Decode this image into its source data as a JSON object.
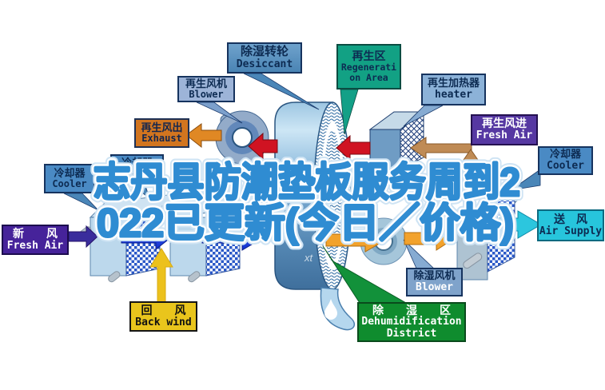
{
  "headline": {
    "line1": "志丹县防潮垫板服务周到2",
    "line2": "022已更新(今日／价格)",
    "fill_color": "#2f8cd2",
    "outline_color": "#ffffff"
  },
  "labels": {
    "desiccant": {
      "zh": "除湿转轮",
      "en": "Desiccant"
    },
    "regen_blower": {
      "zh": "再生风机",
      "en": "Blower"
    },
    "exhaust": {
      "zh": "再生风出",
      "en": "Exhaust"
    },
    "regen_area": {
      "zh": "再生区",
      "en1": "Regenerati",
      "en2": "on Area"
    },
    "heater": {
      "zh": "再生加热器",
      "en": "heater"
    },
    "regen_fresh_air": {
      "zh": "再生风进",
      "en": "Fresh Air"
    },
    "cooler_right": {
      "zh": "冷却器",
      "en": "Cooler"
    },
    "cooler_left": {
      "zh": "冷却器",
      "en": "Cooler"
    },
    "cooler_mid": {
      "zh": "冷却器",
      "en": "Cooler"
    },
    "fresh_air": {
      "zh": "新　　风",
      "en": "Fresh Air"
    },
    "back_wind": {
      "zh": "回　　风",
      "en": "Back wind"
    },
    "dehum_blower": {
      "zh": "除湿风机",
      "en": "Blower"
    },
    "dehum_district": {
      "zh": "除　　湿　　区",
      "en1": "Dehumidification",
      "en2": "District"
    },
    "air_supply": {
      "zh": "送　风",
      "en": "Air Supply"
    }
  },
  "watermark": "xt",
  "colors": {
    "steel_box": "#4a8ac4",
    "orange_box": "#d2751f",
    "teal_box": "#12a184",
    "purple_box": "#46239a",
    "yellow_box": "#e9c51c",
    "green_box": "#0f8c2e",
    "cyan_box": "#27c5dc"
  }
}
